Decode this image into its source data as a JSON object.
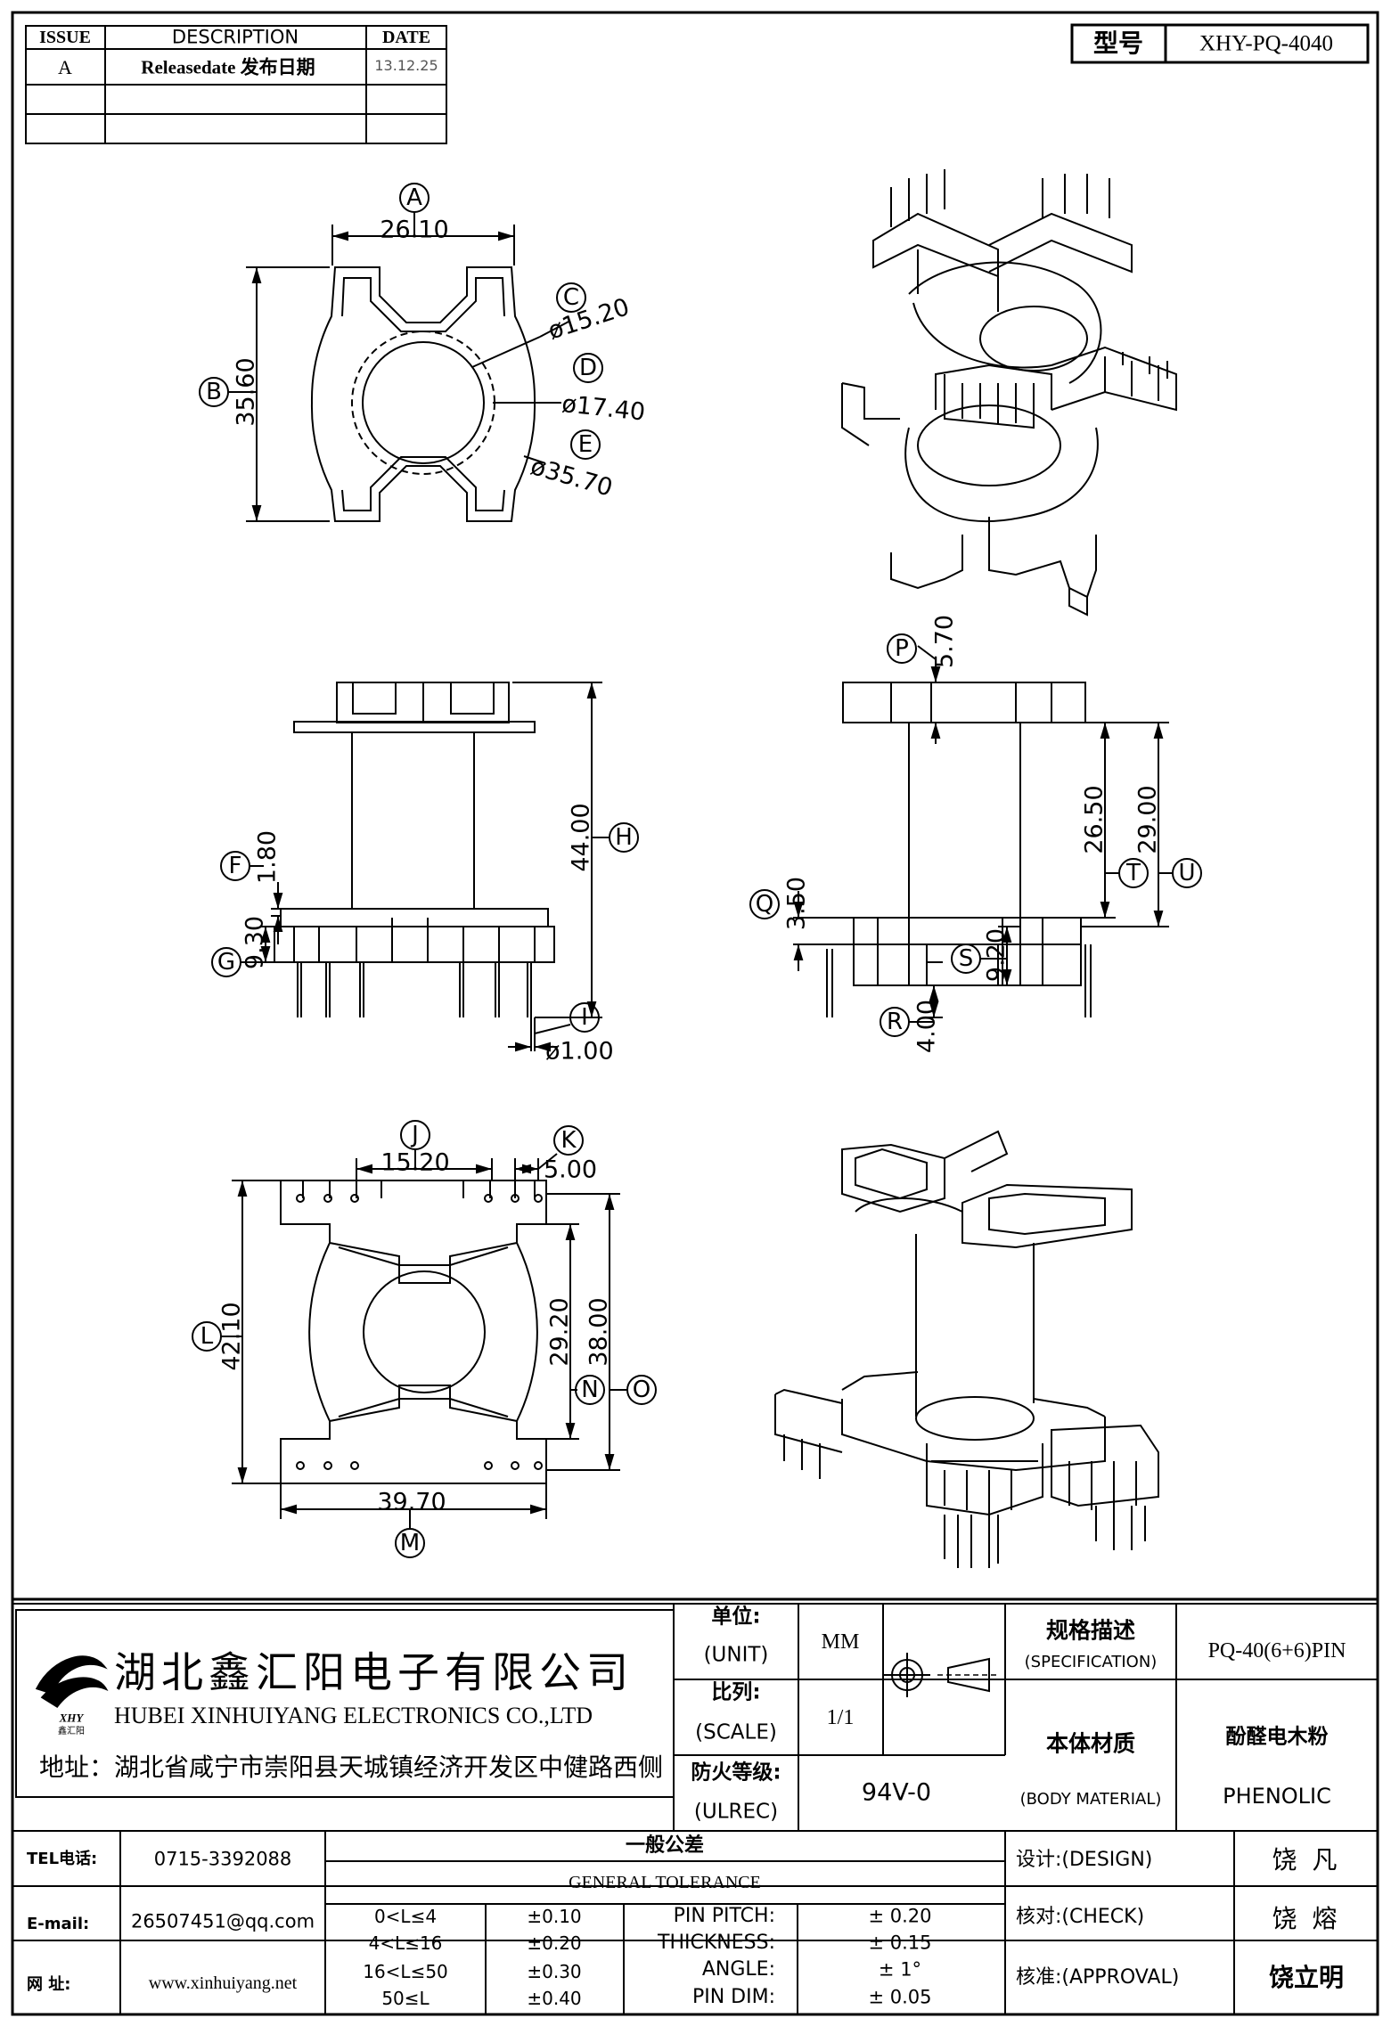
{
  "revision_table": {
    "headers": {
      "issue": "ISSUE",
      "description": "DESCRIPTION",
      "date": "DATE"
    },
    "rows": [
      {
        "issue": "A",
        "description": "Releasedate 发布日期",
        "date": "13.12.25"
      }
    ]
  },
  "model": {
    "label": "型号",
    "value": "XHY-PQ-4040"
  },
  "top_view": {
    "dim_a": "26.10",
    "dim_b": "35.60",
    "dim_c": "ø15.20",
    "dim_d": "ø17.40",
    "dim_e": "ø35.70",
    "balloons": {
      "a": "A",
      "b": "B",
      "c": "C",
      "d": "D",
      "e": "E"
    }
  },
  "front_view": {
    "dim_h": "44.00",
    "dim_f": "1.80",
    "dim_g": "9.30",
    "dim_i": "ø1.00",
    "balloons": {
      "f": "F",
      "g": "G",
      "h": "H",
      "i": "I"
    }
  },
  "side_view": {
    "dim_p": "5.70",
    "dim_t": "26.50",
    "dim_u": "29.00",
    "dim_q": "3.50",
    "dim_s": "9.20",
    "dim_r": "4.00",
    "balloons": {
      "p": "P",
      "q": "Q",
      "r": "R",
      "s": "S",
      "t": "T",
      "u": "U"
    }
  },
  "bottom_view": {
    "dim_j": "15.20",
    "dim_k": "5.00",
    "dim_l": "42.10",
    "dim_n": "29.20",
    "dim_o": "38.00",
    "dim_m": "39.70",
    "balloons": {
      "j": "J",
      "k": "K",
      "l": "L",
      "m": "M",
      "n": "N",
      "o": "O"
    }
  },
  "company": {
    "name_cn": "湖北鑫汇阳电子有限公司",
    "name_en": "HUBEI XINHUIYANG ELECTRONICS CO.,LTD",
    "logo_text": "XHY",
    "logo_sub": "鑫汇阳",
    "address": "地址：湖北省咸宁市崇阳县天城镇经济开发区中健路西侧"
  },
  "title_block": {
    "unit_label": "单位:",
    "unit_label_en": "(UNIT)",
    "unit_value": "MM",
    "scale_label": "比列:",
    "scale_label_en": "(SCALE)",
    "scale_value": "1/1",
    "ulrec_label": "防火等级:",
    "ulrec_label_en": "(ULREC)",
    "ulrec_value": "94V-0",
    "spec_label": "规格描述",
    "spec_label_en": "(SPECIFICATION)",
    "spec_value": "PQ-40(6+6)PIN",
    "material_label": "本体材质",
    "material_label_en": "(BODY MATERIAL)",
    "material_value_cn": "酚醛电木粉",
    "material_value_en": "PHENOLIC"
  },
  "contacts": [
    {
      "label": "TEL电话:",
      "value": "0715-3392088"
    },
    {
      "label": "E-mail:",
      "value": "26507451@qq.com"
    },
    {
      "label": "网  址:",
      "value": "www.xinhuiyang.net"
    }
  ],
  "tolerance": {
    "title_cn": "一般公差",
    "title_en": "GENERAL TOLERANCE",
    "ranges": [
      {
        "range": "0<L≤4",
        "tol": "±0.10"
      },
      {
        "range": "4<L≤16",
        "tol": "±0.20"
      },
      {
        "range": "16<L≤50",
        "tol": "±0.30"
      },
      {
        "range": "50≤L",
        "tol": "±0.40"
      }
    ],
    "specs": [
      {
        "name": "PIN PITCH:",
        "value": "± 0.20"
      },
      {
        "name": "THICKNESS:",
        "value": "± 0.15"
      },
      {
        "name": "ANGLE:",
        "value": "± 1°"
      },
      {
        "name": "PIN DIM:",
        "value": "± 0.05"
      }
    ]
  },
  "signatures": [
    {
      "label": "设计:(DESIGN)",
      "name": "饶  凡"
    },
    {
      "label": "核对:(CHECK)",
      "name": "饶  熔"
    },
    {
      "label": "核准:(APPROVAL)",
      "name": "饶立明"
    }
  ]
}
